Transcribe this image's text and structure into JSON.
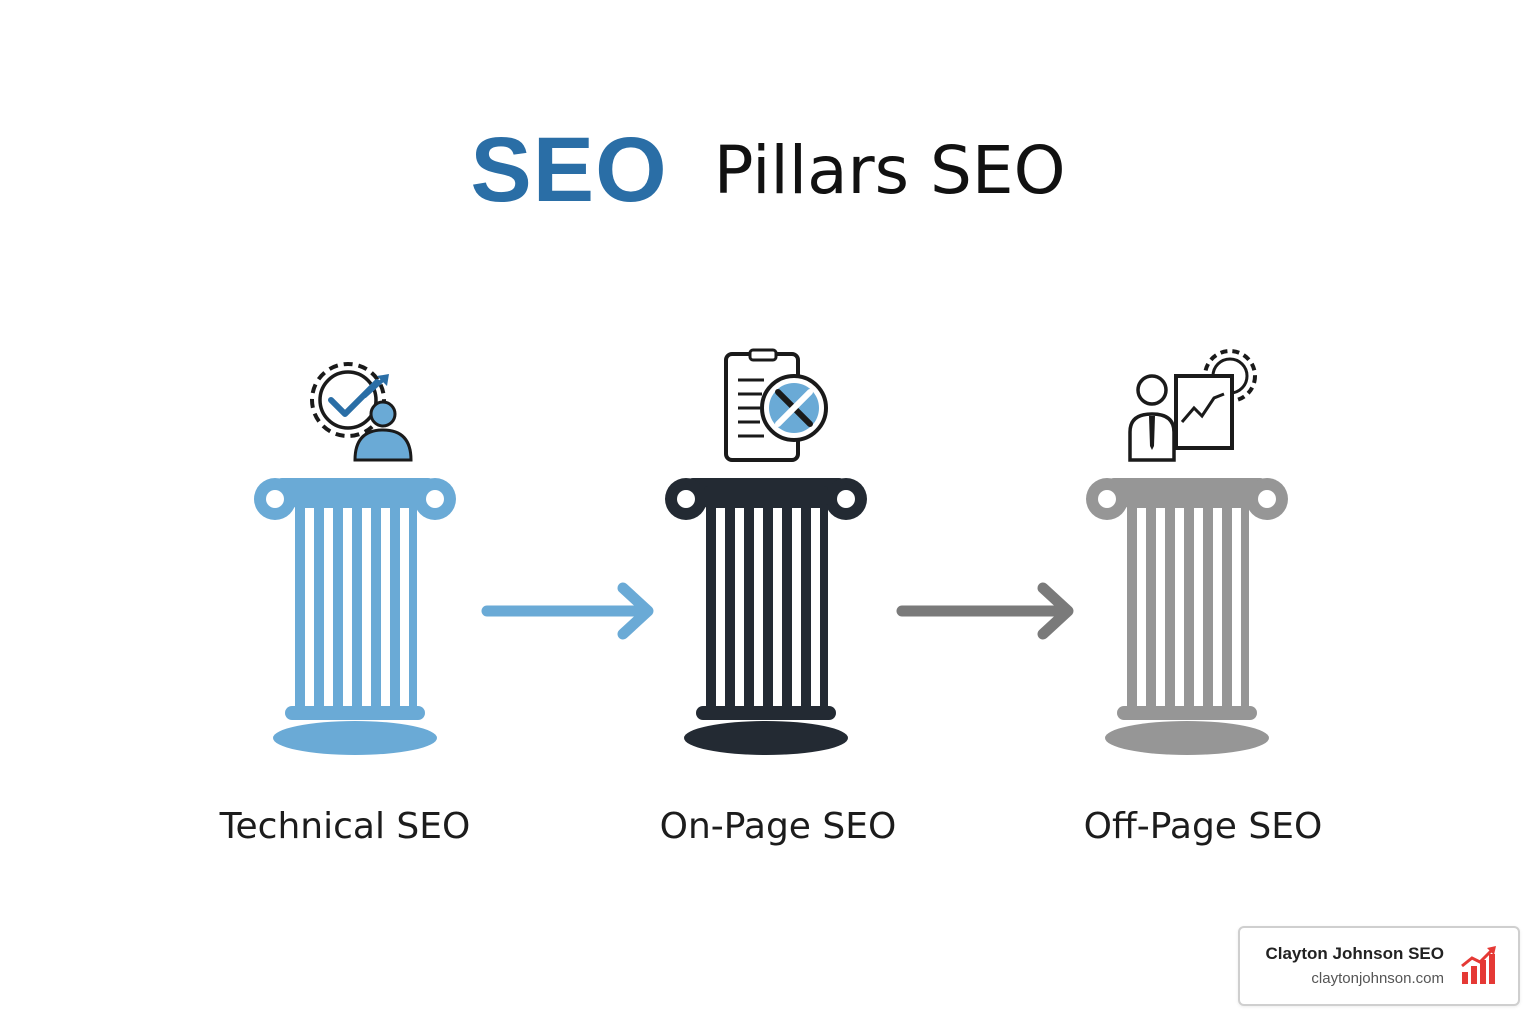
{
  "title": {
    "highlight": "SEO",
    "rest": "Pillars SEO"
  },
  "colors": {
    "title_highlight": "#2a6ea6",
    "technical": "#6aaad6",
    "on_page": "#232a33",
    "off_page": "#969696",
    "brand_accent": "#e53935"
  },
  "pillars": [
    {
      "label": "Technical SEO",
      "icon": "gear-checkmark-person-icon"
    },
    {
      "label": "On-Page SEO",
      "icon": "document-tools-icon"
    },
    {
      "label": "Off-Page SEO",
      "icon": "businessman-chart-gear-icon"
    }
  ],
  "brand": {
    "name": "Clayton Johnson SEO",
    "url": "claytonjohnson.com",
    "icon": "growth-bar-chart-icon"
  }
}
